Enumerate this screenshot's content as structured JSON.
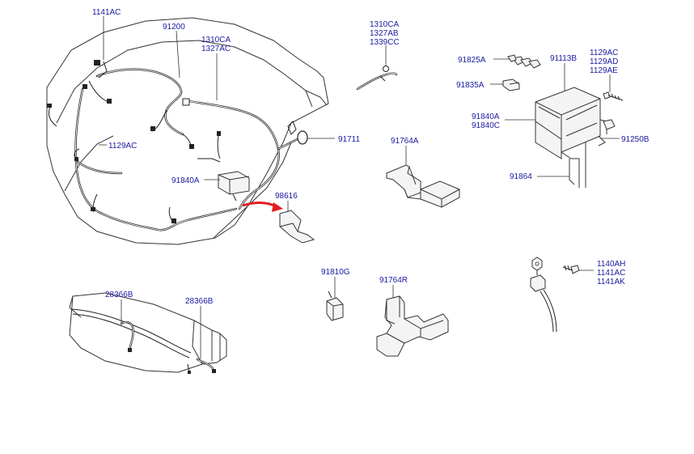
{
  "labels": {
    "l_1141AC_top": "1141AC",
    "l_91200": "91200",
    "l_1310CA_1": "1310CA",
    "l_1327AC_1": "1327AC",
    "l_1310CA_2": "1310CA",
    "l_1327AB": "1327AB",
    "l_1339CC": "1339CC",
    "l_91825A": "91825A",
    "l_91113B": "91113B",
    "l_1129AC_r": "1129AC",
    "l_1129AD": "1129AD",
    "l_1129AE": "1129AE",
    "l_91835A": "91835A",
    "l_91840A_r": "91840A",
    "l_91840C": "91840C",
    "l_91250B": "91250B",
    "l_91864": "91864",
    "l_91711": "91711",
    "l_1129AC_l": "1129AC",
    "l_91764A": "91764A",
    "l_91840A_l": "91840A",
    "l_98616": "98616",
    "l_91810G": "91810G",
    "l_91764R": "91764R",
    "l_28366B_1": "28366B",
    "l_28366B_2": "28366B",
    "l_1140AH": "1140AH",
    "l_1141AC_b": "1141AC",
    "l_1141AK": "1141AK"
  },
  "colors": {
    "label": "#1a1aa0",
    "arrow": "#e02020",
    "line": "#333333"
  }
}
